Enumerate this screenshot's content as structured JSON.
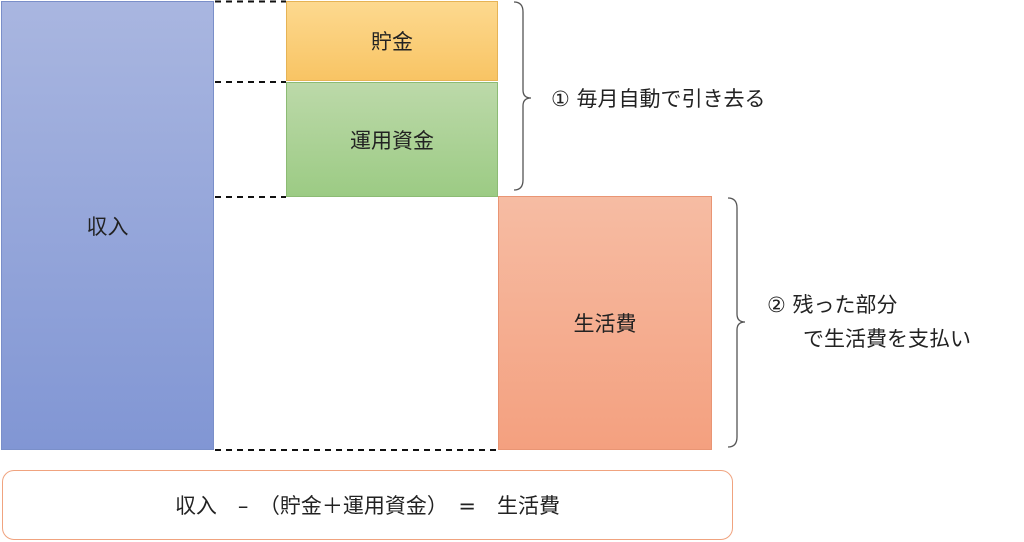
{
  "blocks": {
    "income": "収入",
    "savings": "貯金",
    "investment": "運用資金",
    "living": "生活費"
  },
  "notes": {
    "step1": "① 毎月自動で引き去る",
    "step2_line1": "② 残った部分",
    "step2_line2": "で生活費を支払い"
  },
  "formula": "収入　–　（貯金＋運用資金）　=　生活費",
  "colors": {
    "income": "#8fa2d8",
    "savings": "#fbcf78",
    "investment": "#aad294",
    "living": "#f5ad8f",
    "formula_border": "#f0a37f"
  }
}
